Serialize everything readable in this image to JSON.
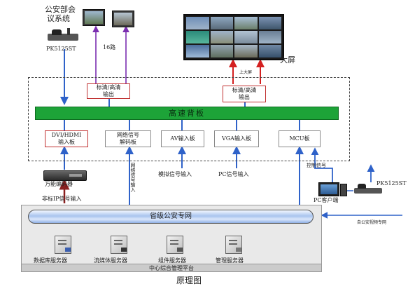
{
  "diagram": {
    "title": "原理图",
    "top_left": {
      "ministry_label_line1": "公安部会",
      "ministry_label_line2": "议系统",
      "keyboard_label": "PK5125ST",
      "channels_label": "16路",
      "output_box": "标清/高清\n输出"
    },
    "big_screen": {
      "label": "大屏",
      "on_screen_label": "上大屏",
      "output_box": "标清/高清\n输出"
    },
    "backplane_label": "高速背板",
    "boards": [
      {
        "label": "DVI/HDMI\n输入板"
      },
      {
        "label": "网络信号\n解码板"
      },
      {
        "label": "AV输入板"
      },
      {
        "label": "VGA输入板"
      },
      {
        "label": "MCU板"
      }
    ],
    "inputs": {
      "analog": "模拟信号输入",
      "pc": "PC信号输入",
      "encoder": "万能编码器",
      "non_ip": "非标IP信号输入",
      "network_signal_vertical": "网络信号输入",
      "control_signal": "控制信号",
      "pc_client": "PC客户端",
      "right_keyboard": "PK5125ST",
      "provincial_dedicated": "自公安视频专网"
    },
    "network_label": "省级公安专网",
    "servers": [
      {
        "label": "数据库服务器"
      },
      {
        "label": "流媒体服务器"
      },
      {
        "label": "组件服务器"
      },
      {
        "label": "管理服务器"
      }
    ],
    "platform_label": "中心综合管理平台"
  }
}
